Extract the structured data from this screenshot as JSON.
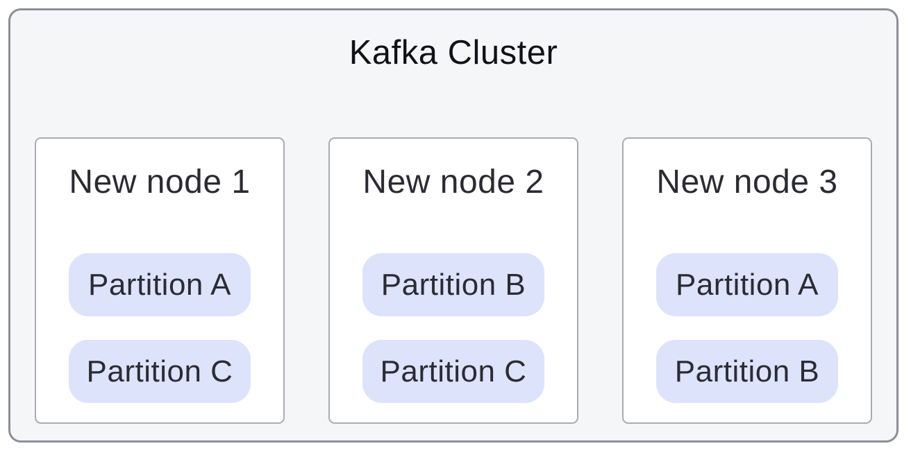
{
  "diagram": {
    "title": "Kafka Cluster",
    "nodes": [
      {
        "title": "New node 1",
        "partitions": [
          "Partition A",
          "Partition C"
        ]
      },
      {
        "title": "New node 2",
        "partitions": [
          "Partition B",
          "Partition C"
        ]
      },
      {
        "title": "New node 3",
        "partitions": [
          "Partition A",
          "Partition B"
        ]
      }
    ],
    "colors": {
      "cluster_background": "#f5f6f8",
      "cluster_border": "#8e8e99",
      "node_background": "#ffffff",
      "node_border": "#aaaab3",
      "partition_background": "#dde3fb",
      "text": "#2b2b33",
      "title_text": "#111118"
    }
  }
}
